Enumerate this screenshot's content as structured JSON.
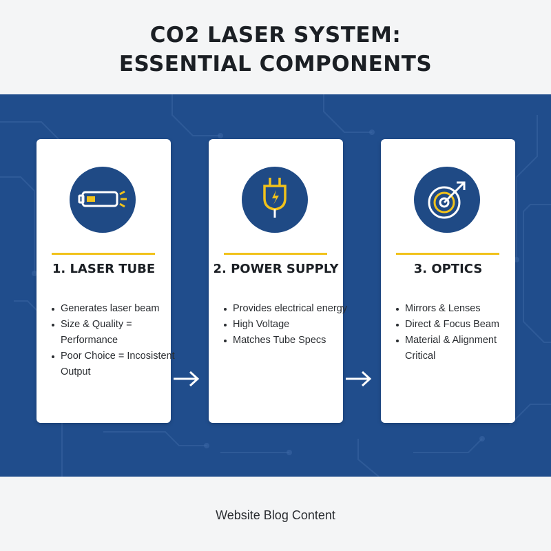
{
  "title_line1": "CO2 LASER SYSTEM:",
  "title_line2": "ESSENTIAL COMPONENTS",
  "colors": {
    "band": "#204d8c",
    "icon_bg": "#1f4a85",
    "accent": "#f1c21b",
    "card": "#ffffff"
  },
  "cards": [
    {
      "icon": "laser-tube-icon",
      "title": "1. LASER TUBE",
      "points": [
        "Generates laser beam",
        "Size & Quality = Performance",
        "Poor Choice = Incosistent Output"
      ]
    },
    {
      "icon": "power-plug-icon",
      "title": "2. POWER SUPPLY",
      "points": [
        "Provides electrical energy",
        "High Voltage",
        "Matches Tube Specs"
      ]
    },
    {
      "icon": "target-icon",
      "title": "3. OPTICS",
      "points": [
        "Mirrors & Lenses",
        "Direct & Focus Beam",
        "Material & Alignment Critical"
      ]
    }
  ],
  "footer": "Website Blog Content"
}
